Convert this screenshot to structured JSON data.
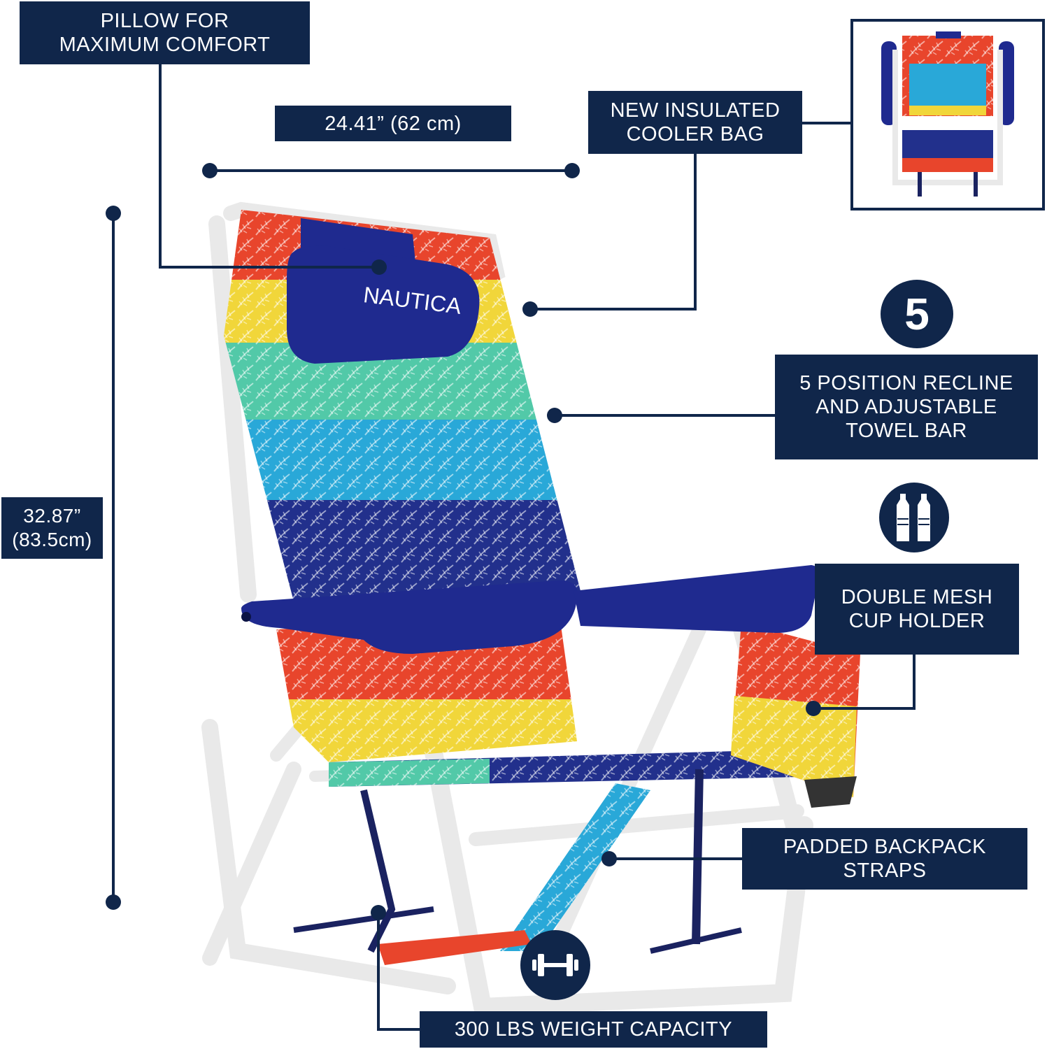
{
  "callouts": {
    "pillow": [
      "PILLOW FOR",
      "MAXIMUM COMFORT"
    ],
    "width": "24.41” (62 cm)",
    "cooler_bag": [
      "NEW INSULATED",
      "COOLER BAG"
    ],
    "height": [
      "32.87”",
      "(83.5cm)"
    ],
    "recline_badge": "5",
    "recline": [
      "5 POSITION RECLINE",
      "AND ADJUSTABLE",
      "TOWEL BAR"
    ],
    "cup_holder": [
      "DOUBLE MESH",
      "CUP HOLDER"
    ],
    "backpack_straps": [
      "PADDED BACKPACK",
      "STRAPS"
    ],
    "weight_capacity": "300 LBS WEIGHT CAPACITY"
  },
  "product": {
    "brand_mark": "NAUTICA"
  },
  "icons": {
    "cup_holder": "two-bottles-icon",
    "weight": "dumbbell-icon"
  },
  "colors": {
    "navy": "#10264a",
    "frame": "#f2f2f2",
    "stripes": [
      "#e8452c",
      "#f1d63a",
      "#52c9a8",
      "#29a8d8",
      "#22308c",
      "#e8452c",
      "#f1d63a"
    ]
  }
}
